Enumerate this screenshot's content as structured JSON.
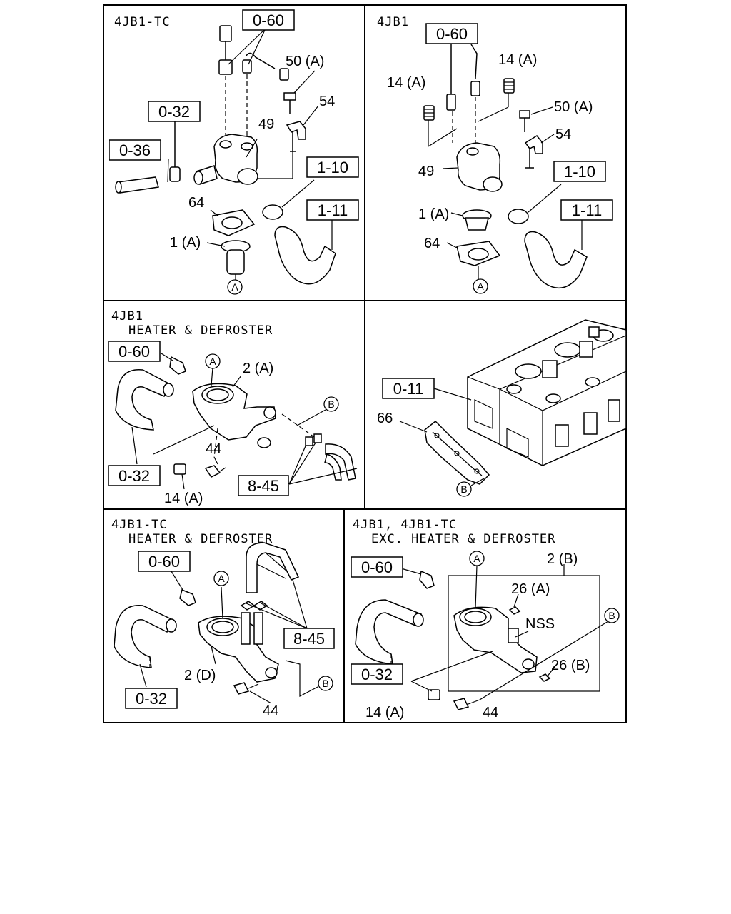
{
  "panels": [
    {
      "title_lines": [
        "4JB1-TC"
      ],
      "refs": [
        "0-60",
        "0-32",
        "0-36",
        "1-10",
        "1-11"
      ],
      "labels": [
        "50 (A)",
        "54",
        "49",
        "64",
        "1 (A)"
      ],
      "markers": [
        "A"
      ]
    },
    {
      "title_lines": [
        "4JB1"
      ],
      "refs": [
        "0-60",
        "1-10",
        "1-11"
      ],
      "labels": [
        "14 (A)",
        "14 (A)",
        "50 (A)",
        "54",
        "49",
        "1 (A)",
        "64"
      ],
      "markers": [
        "A"
      ]
    },
    {
      "title_lines": [
        "4JB1",
        "HEATER & DEFROSTER"
      ],
      "refs": [
        "0-60",
        "0-32",
        "8-45"
      ],
      "labels": [
        "2 (A)",
        "44",
        "14 (A)"
      ],
      "markers": [
        "A",
        "B"
      ]
    },
    {
      "title_lines": [],
      "refs": [
        "0-11"
      ],
      "labels": [
        "66"
      ],
      "markers": [
        "B"
      ]
    },
    {
      "title_lines": [
        "4JB1-TC",
        "HEATER & DEFROSTER"
      ],
      "refs": [
        "0-60",
        "8-45",
        "0-32"
      ],
      "labels": [
        "2 (D)",
        "44"
      ],
      "markers": [
        "A",
        "B"
      ]
    },
    {
      "title_lines": [
        "4JB1, 4JB1-TC",
        "EXC. HEATER & DEFROSTER"
      ],
      "refs": [
        "0-60",
        "0-32"
      ],
      "labels": [
        "2 (B)",
        "26 (A)",
        "NSS",
        "26 (B)",
        "14 (A)",
        "44"
      ],
      "markers": [
        "A",
        "B"
      ]
    }
  ]
}
